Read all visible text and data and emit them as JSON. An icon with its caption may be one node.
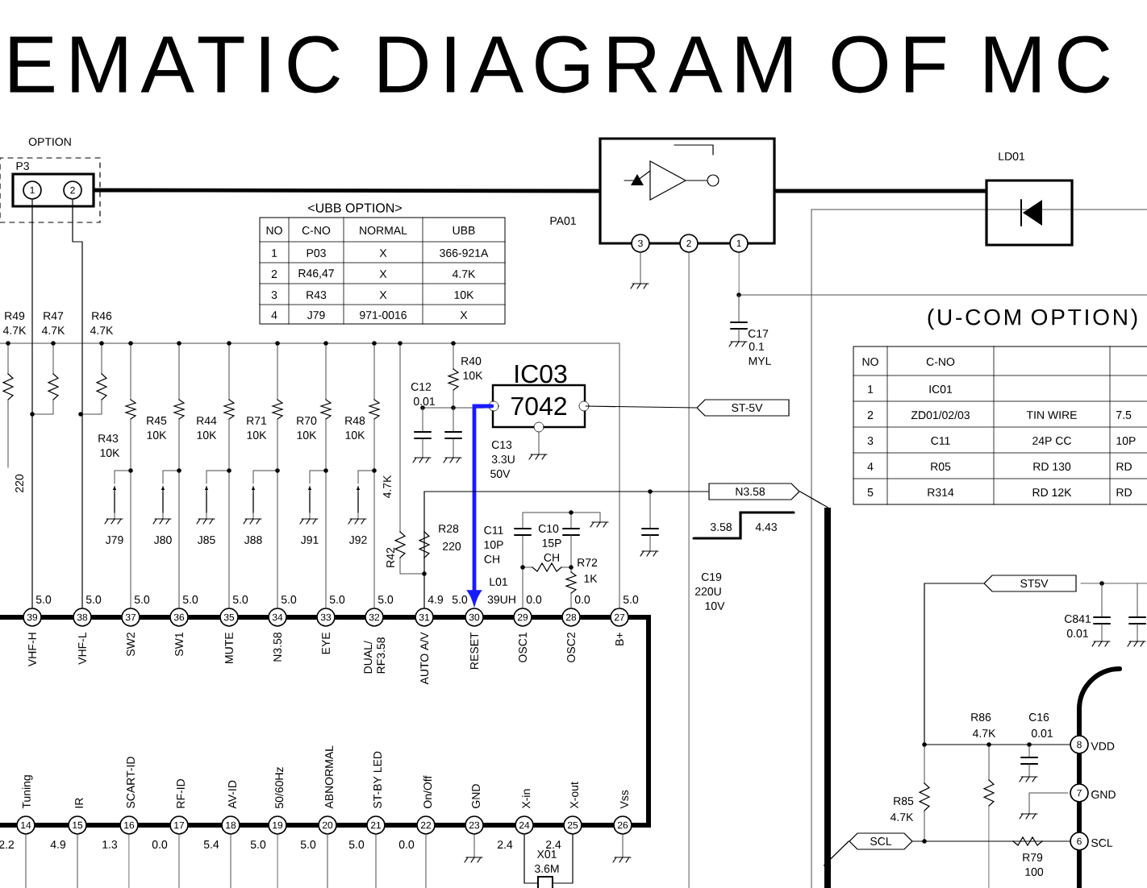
{
  "diagram": {
    "title": "EMATIC DIAGRAM OF MC",
    "nodes": [
      {
        "text": [
          "OPTION"
        ]
      },
      {
        "text": [
          "P3"
        ],
        "in": 0
      },
      {
        "text": [
          "1"
        ],
        "in": 1
      },
      {
        "text": [
          "2"
        ],
        "in": 1
      },
      {
        "text": [
          "PA01"
        ]
      },
      {
        "text": [
          "3"
        ],
        "in": 4
      },
      {
        "text": [
          "2"
        ],
        "in": 4
      },
      {
        "text": [
          "1"
        ],
        "in": 4
      },
      {
        "text": [
          "LD01"
        ]
      },
      {
        "text": [
          "IC03",
          "7042"
        ]
      },
      {
        "text": [
          "ST-5V"
        ]
      },
      {
        "text": [
          "N3.58"
        ]
      },
      {
        "text": [
          "ST5V"
        ]
      },
      {
        "text": [
          "SCL"
        ]
      },
      {
        "text": [
          "39"
        ],
        "beside": [
          "5.0",
          "VHF-H"
        ]
      },
      {
        "text": [
          "38"
        ],
        "beside": [
          "5.0",
          "VHF-L"
        ]
      },
      {
        "text": [
          "37"
        ],
        "beside": [
          "5.0",
          "SW2"
        ]
      },
      {
        "text": [
          "36"
        ],
        "beside": [
          "5.0",
          "SW1"
        ]
      },
      {
        "text": [
          "35"
        ],
        "beside": [
          "5.0",
          "MUTE"
        ]
      },
      {
        "text": [
          "34"
        ],
        "beside": [
          "5.0",
          "N3.58"
        ]
      },
      {
        "text": [
          "33"
        ],
        "beside": [
          "5.0",
          "EYE"
        ]
      },
      {
        "text": [
          "32"
        ],
        "beside": [
          "5.0",
          "DUAL/ RF3.58"
        ]
      },
      {
        "text": [
          "31"
        ],
        "beside": [
          "4.9",
          "AUTO A/V"
        ]
      },
      {
        "text": [
          "30"
        ],
        "beside": [
          "5.0",
          "RESET"
        ]
      },
      {
        "text": [
          "29"
        ],
        "beside": [
          "0.0",
          "OSC1"
        ]
      },
      {
        "text": [
          "28"
        ],
        "beside": [
          "0.0",
          "OSC2"
        ]
      },
      {
        "text": [
          "27"
        ],
        "beside": [
          "5.0",
          "B+"
        ]
      },
      {
        "text": [
          "14"
        ],
        "beside": [
          "2.2",
          "Tuning"
        ]
      },
      {
        "text": [
          "15"
        ],
        "beside": [
          "4.9",
          "IR"
        ]
      },
      {
        "text": [
          "16"
        ],
        "beside": [
          "1.3",
          "SCART-ID"
        ]
      },
      {
        "text": [
          "17"
        ],
        "beside": [
          "0.0",
          "RF-ID"
        ]
      },
      {
        "text": [
          "18"
        ],
        "beside": [
          "5.4",
          "AV-ID"
        ]
      },
      {
        "text": [
          "19"
        ],
        "beside": [
          "5.0",
          "50/60Hz"
        ]
      },
      {
        "text": [
          "20"
        ],
        "beside": [
          "5.0",
          "ABNORMAL"
        ]
      },
      {
        "text": [
          "21"
        ],
        "beside": [
          "5.0",
          "ST-BY LED"
        ]
      },
      {
        "text": [
          "22"
        ],
        "beside": [
          "0.0",
          "On/Off"
        ]
      },
      {
        "text": [
          "23"
        ],
        "beside": [
          "GND"
        ]
      },
      {
        "text": [
          "24"
        ],
        "beside": [
          "2.4",
          "X-in"
        ]
      },
      {
        "text": [
          "25"
        ],
        "beside": [
          "2.4",
          "X-out"
        ]
      },
      {
        "text": [
          "26"
        ],
        "beside": [
          "Vss"
        ]
      },
      {
        "text": [
          "8"
        ],
        "beside": [
          "VDD"
        ]
      },
      {
        "text": [
          "7"
        ],
        "beside": [
          "GND"
        ]
      },
      {
        "text": [
          "6"
        ],
        "beside": [
          "SCL"
        ]
      },
      {
        "text": [],
        "shape": "bar"
      },
      {
        "text": [],
        "shape": "box",
        "beside": [
          "X01",
          "3.6M"
        ]
      }
    ],
    "edges": [
      {
        "from": 2,
        "to": 14,
        "arrow": "none"
      },
      {
        "from": 3,
        "to": 15,
        "arrow": "none"
      },
      {
        "from": 9,
        "to": 10,
        "arrow": "none"
      },
      {
        "from": 9,
        "to": 23,
        "arrow": "to",
        "style": "thick",
        "color": "#1a1aff"
      },
      {
        "from": 11,
        "to": 22,
        "arrow": "none"
      },
      {
        "from": 13,
        "to": 42,
        "arrow": "none"
      },
      {
        "from": 12,
        "to": 40,
        "arrow": "none"
      },
      {
        "from": 1,
        "to": 4,
        "arrow": "none",
        "style": "thick"
      },
      {
        "from": 4,
        "to": 8,
        "arrow": "none",
        "style": "thick"
      },
      {
        "from": 11,
        "to": 43,
        "arrow": "none"
      },
      {
        "from": 13,
        "to": 43,
        "arrow": "none"
      },
      {
        "from": 37,
        "to": 44,
        "arrow": "none"
      },
      {
        "from": 38,
        "to": 44,
        "arrow": "none"
      }
    ],
    "labels": [
      "<UBB OPTION>",
      "NO",
      "C-NO",
      "NORMAL",
      "UBB",
      "1",
      "P03",
      "X",
      "366-921A",
      "2",
      "R46,47",
      "X",
      "4.7K",
      "3",
      "R43",
      "X",
      "10K",
      "4",
      "J79",
      "971-0016",
      "X",
      "(U-COM OPTION)",
      "NO",
      "C-NO",
      "1",
      "IC01",
      "2",
      "ZD01/02/03",
      "TIN WIRE",
      "7.5",
      "3",
      "C11",
      "24P CC",
      "10P",
      "4",
      "R05",
      "RD 130",
      "RD",
      "5",
      "R314",
      "RD 12K",
      "RD",
      "R49",
      "4.7K",
      "R47",
      "4.7K",
      "R46",
      "4.7K",
      "220",
      "R40",
      "10K",
      "C12",
      "0.01",
      "C17",
      "0.1",
      "MYL",
      "R43",
      "10K",
      "R45",
      "10K",
      "R44",
      "10K",
      "R71",
      "10K",
      "R70",
      "10K",
      "R48",
      "10K",
      "4.7K",
      "R42",
      "C13",
      "3.3U",
      "50V",
      "R28",
      "220",
      "C11",
      "10P",
      "CH",
      "C10",
      "15P",
      "CH",
      "R72",
      "1K",
      "J79",
      "J80",
      "J85",
      "J88",
      "J91",
      "J92",
      "3.58",
      "4.43",
      "L01",
      "39UH",
      "C19",
      "220U",
      "10V",
      "C841",
      "0.01",
      "R86",
      "4.7K",
      "C16",
      "0.01",
      "R85",
      "4.7K",
      "R79",
      "100"
    ]
  }
}
